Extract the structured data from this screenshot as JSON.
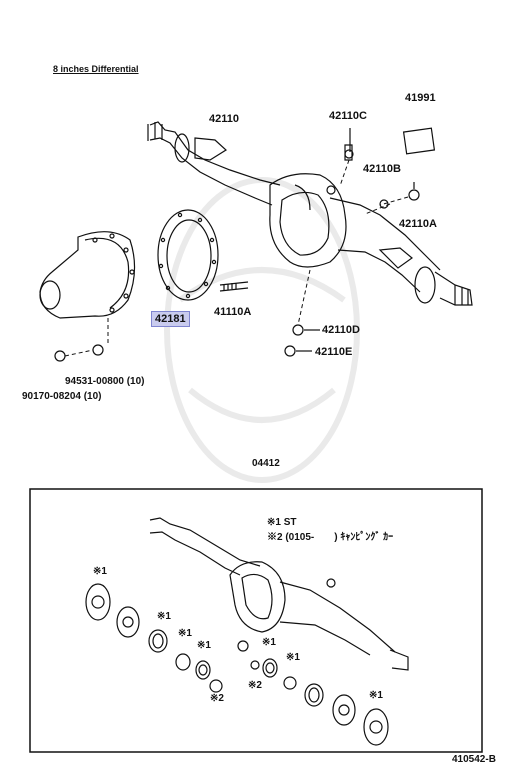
{
  "diagram": {
    "title": "8 inches Differential",
    "figure_code": "04412",
    "drawing_number": "410542-B",
    "highlight_color": "#c9cbee"
  },
  "parts": {
    "p42110": "42110",
    "p42110C": "42110C",
    "p41991": "41991",
    "p42110B": "42110B",
    "p42110A_right": "42110A",
    "p42181": "42181",
    "p41110A": "41110A",
    "p42110D": "42110D",
    "p42110E": "42110E",
    "p94531": "94531-00800 (10)",
    "p90170": "90170-08204 (10)"
  },
  "inset": {
    "note1": "※1 ST",
    "note2": "※2 (0105-　　) ｷｬﾝﾋﾟﾝｸﾞ ｶｰ",
    "marks": [
      "※1",
      "※1",
      "※1",
      "※1",
      "※1",
      "※1",
      "※1",
      "※2",
      "※2"
    ]
  }
}
